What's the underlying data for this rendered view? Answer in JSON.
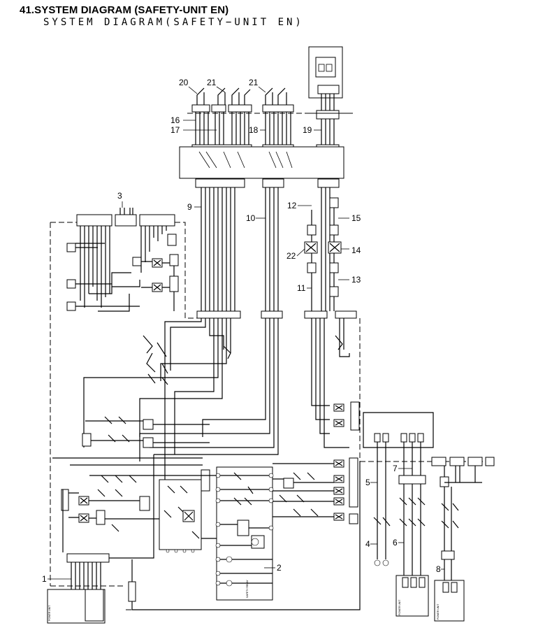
{
  "title": "41.SYSTEM DIAGRAM (SAFETY-UNIT EN)",
  "subtitle": "SYSTEM DIAGRAM(SAFETY−UNIT EN)",
  "callouts": [
    "20",
    "21",
    "21",
    "16",
    "17",
    "18",
    "19",
    "3",
    "9",
    "10",
    "12",
    "15",
    "22",
    "14",
    "11",
    "13",
    "7",
    "5",
    "4",
    "6",
    "2",
    "1",
    "8"
  ],
  "box_labels": {
    "safety_relay": "SAFETY RELAY",
    "power_unit_left": "POWER UNIT",
    "power_unit_mid": "POWER UNIT",
    "power_unit_right": "POWER UNIT"
  }
}
